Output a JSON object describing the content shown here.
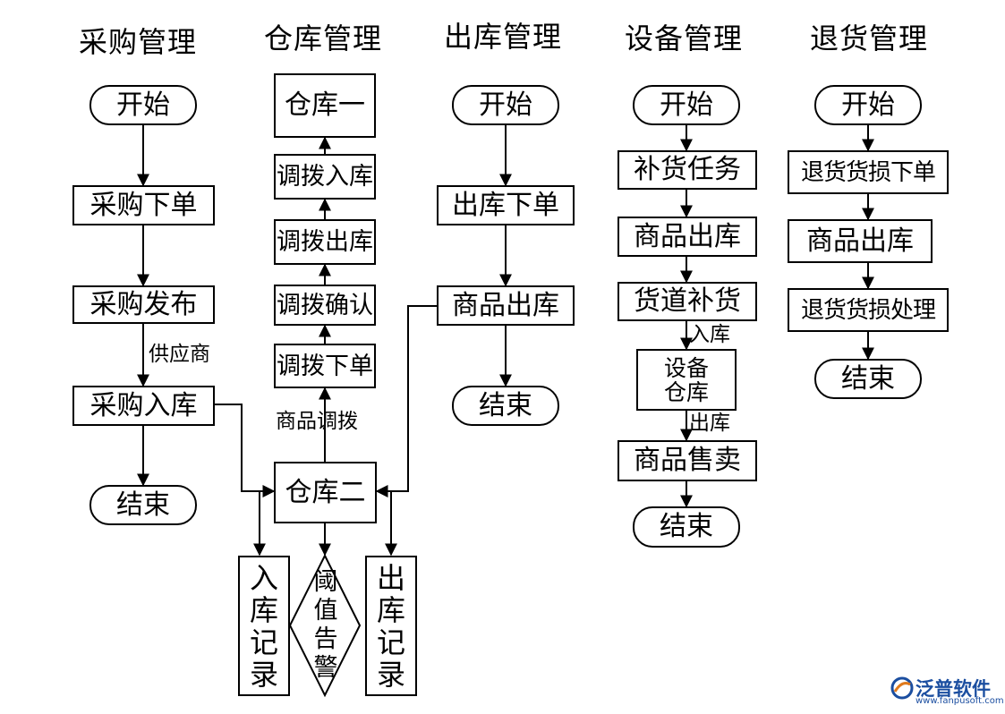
{
  "columns": {
    "purchase": {
      "title": "采购管理",
      "start": "开始",
      "order": "采购下单",
      "publish": "采购发布",
      "supplier_label": "供应商",
      "inbound": "采购入库",
      "end": "结束"
    },
    "warehouse": {
      "title": "仓库管理",
      "warehouse_one": "仓库一",
      "transfer_in": "调拨入库",
      "transfer_out": "调拨出库",
      "transfer_confirm": "调拨确认",
      "transfer_order": "调拨下单",
      "goods_transfer_label": "商品调拨",
      "warehouse_two": "仓库二",
      "inbound_record": [
        "入",
        "库",
        "记",
        "录"
      ],
      "threshold_alarm": [
        "阈",
        "值",
        "告",
        "警"
      ],
      "outbound_record": [
        "出",
        "库",
        "记",
        "录"
      ]
    },
    "outbound": {
      "title": "出库管理",
      "start": "开始",
      "order": "出库下单",
      "goods_out": "商品出库",
      "end": "结束"
    },
    "equipment": {
      "title": "设备管理",
      "start": "开始",
      "restock_task": "补货任务",
      "goods_out": "商品出库",
      "channel_restock": "货道补货",
      "inbound_label": "入库",
      "device_warehouse": [
        "设备",
        "仓库"
      ],
      "outbound_label": "出库",
      "goods_sale": "商品售卖",
      "end": "结束"
    },
    "returns": {
      "title": "退货管理",
      "start": "开始",
      "order": "退货货损下单",
      "goods_out": "商品出库",
      "process": "退货货损处理",
      "end": "结束"
    }
  },
  "logo": {
    "name": "泛普软件",
    "url": "www.fanpusoft.com",
    "color": "#1b4ea0"
  }
}
